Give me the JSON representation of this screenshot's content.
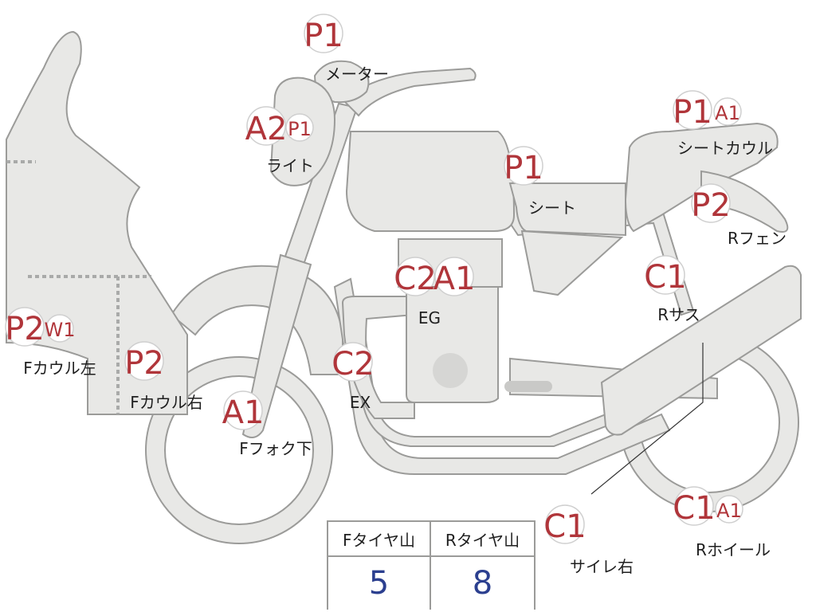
{
  "parts": [
    {
      "id": "meter",
      "label": "メーター",
      "grades": [
        {
          "code": "P1",
          "big": true
        }
      ]
    },
    {
      "id": "light",
      "label": "ライト",
      "grades": [
        {
          "code": "A2",
          "big": true
        },
        {
          "code": "P1",
          "big": false
        }
      ]
    },
    {
      "id": "seat",
      "label": "シート",
      "grades": [
        {
          "code": "P1",
          "big": true
        }
      ]
    },
    {
      "id": "seat-cowl",
      "label": "シートカウル",
      "grades": [
        {
          "code": "P1",
          "big": true
        },
        {
          "code": "A1",
          "big": false
        }
      ]
    },
    {
      "id": "r-fender",
      "label": "Rフェン",
      "grades": [
        {
          "code": "P2",
          "big": true
        }
      ]
    },
    {
      "id": "engine",
      "label": "EG",
      "grades": [
        {
          "code": "C2",
          "big": true
        },
        {
          "code": "A1",
          "big": true
        }
      ]
    },
    {
      "id": "r-suspension",
      "label": "Rサス",
      "grades": [
        {
          "code": "C1",
          "big": true
        }
      ]
    },
    {
      "id": "f-cowl-left",
      "label": "Fカウル左",
      "grades": [
        {
          "code": "P2",
          "big": true
        },
        {
          "code": "W1",
          "big": false
        }
      ]
    },
    {
      "id": "f-cowl-right",
      "label": "Fカウル右",
      "grades": [
        {
          "code": "P2",
          "big": true
        }
      ]
    },
    {
      "id": "exhaust",
      "label": "EX",
      "grades": [
        {
          "code": "C2",
          "big": true
        }
      ]
    },
    {
      "id": "f-fork-lower",
      "label": "Fフォク下",
      "grades": [
        {
          "code": "A1",
          "big": true
        }
      ]
    },
    {
      "id": "muffler-right",
      "label": "サイレ右",
      "grades": [
        {
          "code": "C1",
          "big": true
        }
      ]
    },
    {
      "id": "r-wheel",
      "label": "Rホイール",
      "grades": [
        {
          "code": "C1",
          "big": true
        },
        {
          "code": "A1",
          "big": false
        }
      ]
    }
  ],
  "tread_table": {
    "headers": [
      "Fタイヤ山",
      "Rタイヤ山"
    ],
    "values": [
      "5",
      "8"
    ]
  },
  "colors": {
    "grade_text": "#b0353a",
    "tread_value": "#2b3f8f",
    "part_fill": "#e8e8e6",
    "part_stroke": "#9b9b99"
  }
}
